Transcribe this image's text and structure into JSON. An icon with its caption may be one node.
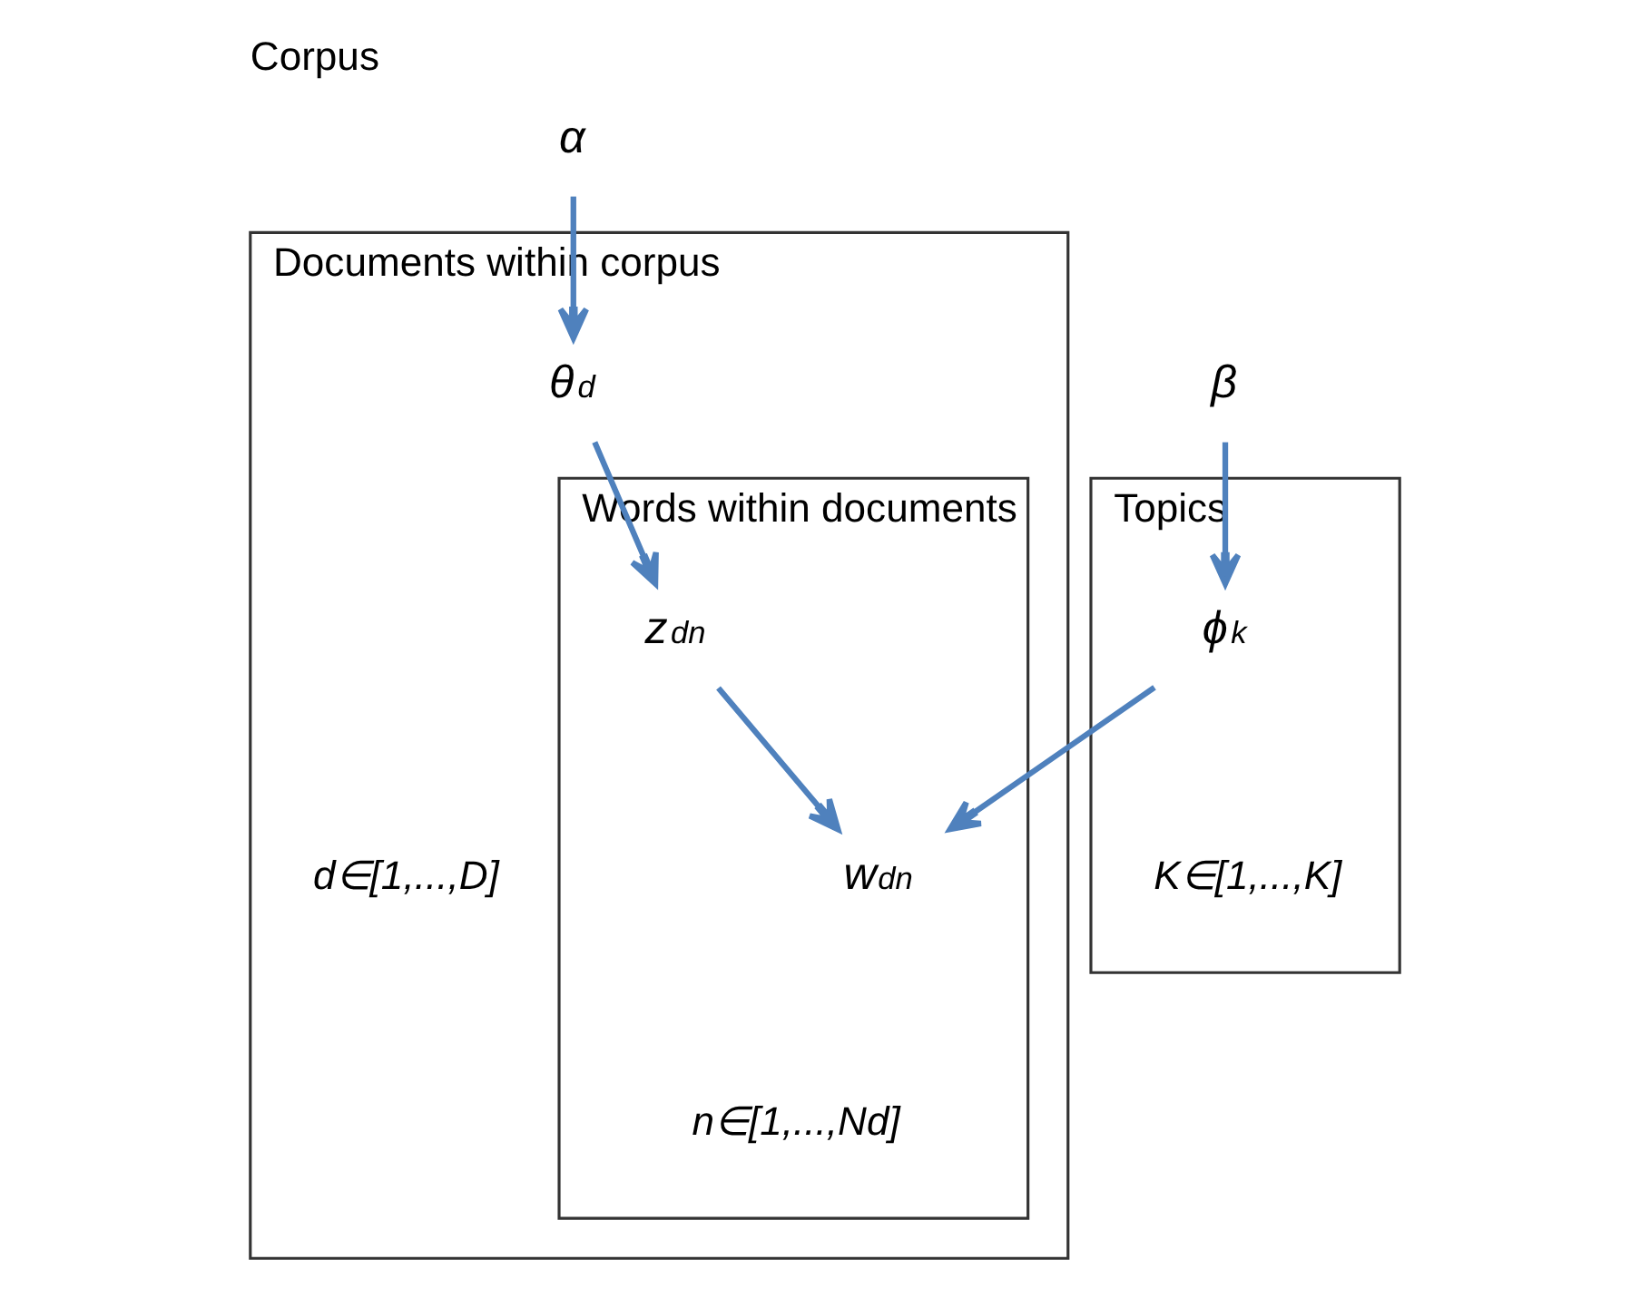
{
  "diagram": {
    "title": "Corpus",
    "nodes": [
      {
        "text": [
          "α"
        ]
      },
      {
        "text": [
          "Documents within corpus",
          "d∈[1,...,D]"
        ]
      },
      {
        "text": [
          "θ$_{d}$"
        ],
        "in": 1
      },
      {
        "text": [
          "Words within documents",
          "n∈[1,...,Nd]"
        ],
        "in": 1
      },
      {
        "text": [
          "z$_{dn}$"
        ],
        "in": 3
      },
      {
        "text": [
          "Topics",
          "K∈[1,...,K]"
        ]
      },
      {
        "text": [
          "β"
        ]
      },
      {
        "text": [
          "ϕ$_{k}$"
        ],
        "in": 5
      },
      {
        "text": [
          "w$_{dn}$"
        ],
        "in": 3
      }
    ],
    "edges": [
      {
        "from": 0,
        "to": 2,
        "arrow": "to"
      },
      {
        "from": 2,
        "to": 4,
        "arrow": "to"
      },
      {
        "from": 4,
        "to": 8,
        "arrow": "to"
      },
      {
        "from": 6,
        "to": 7,
        "arrow": "to"
      },
      {
        "from": 7,
        "to": 8,
        "arrow": "to"
      }
    ]
  }
}
